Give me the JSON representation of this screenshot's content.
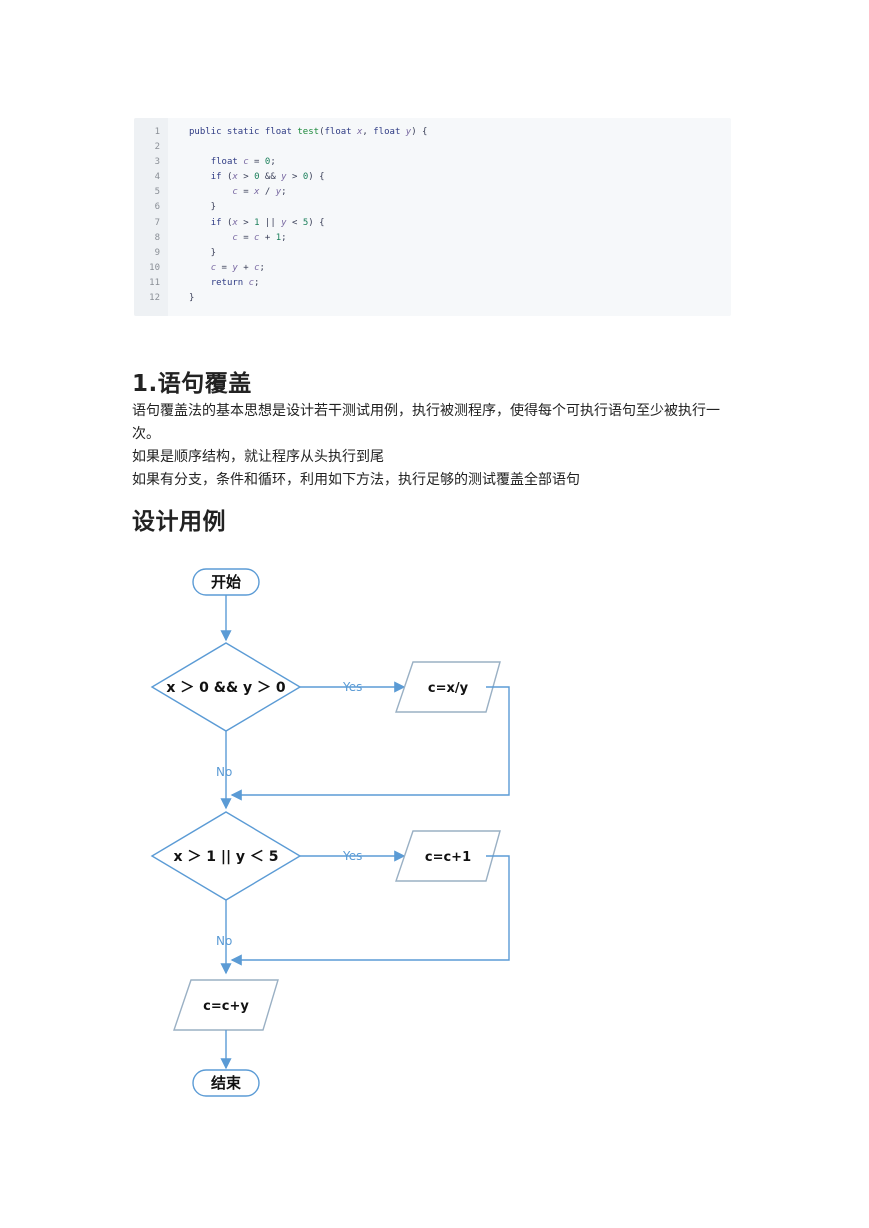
{
  "code": {
    "lines": [
      {
        "n": "1",
        "parts": [
          [
            "kw",
            "public static float "
          ],
          [
            "fn",
            "test"
          ],
          [
            "",
            "("
          ],
          [
            "kw",
            "float "
          ],
          [
            "var",
            "x"
          ],
          [
            "",
            ", "
          ],
          [
            "kw",
            "float "
          ],
          [
            "var",
            "y"
          ],
          [
            "",
            ") {"
          ]
        ]
      },
      {
        "n": "2",
        "parts": []
      },
      {
        "n": "3",
        "parts": [
          [
            "",
            "    "
          ],
          [
            "kw",
            "float "
          ],
          [
            "var",
            "c"
          ],
          [
            "",
            " = "
          ],
          [
            "num",
            "0"
          ],
          [
            "",
            ";"
          ]
        ]
      },
      {
        "n": "4",
        "parts": [
          [
            "",
            "    "
          ],
          [
            "kw",
            "if"
          ],
          [
            "",
            " ("
          ],
          [
            "var",
            "x"
          ],
          [
            "",
            " > "
          ],
          [
            "num",
            "0"
          ],
          [
            "",
            " && "
          ],
          [
            "var",
            "y"
          ],
          [
            "",
            " > "
          ],
          [
            "num",
            "0"
          ],
          [
            "",
            ") {"
          ]
        ]
      },
      {
        "n": "5",
        "parts": [
          [
            "",
            "        "
          ],
          [
            "var",
            "c"
          ],
          [
            "",
            " = "
          ],
          [
            "var",
            "x"
          ],
          [
            "",
            " / "
          ],
          [
            "var",
            "y"
          ],
          [
            "",
            ";"
          ]
        ]
      },
      {
        "n": "6",
        "parts": [
          [
            "",
            "    }"
          ]
        ]
      },
      {
        "n": "7",
        "parts": [
          [
            "",
            "    "
          ],
          [
            "kw",
            "if"
          ],
          [
            "",
            " ("
          ],
          [
            "var",
            "x"
          ],
          [
            "",
            " > "
          ],
          [
            "num",
            "1"
          ],
          [
            "",
            " || "
          ],
          [
            "var",
            "y"
          ],
          [
            "",
            " < "
          ],
          [
            "num",
            "5"
          ],
          [
            "",
            ") {"
          ]
        ]
      },
      {
        "n": "8",
        "parts": [
          [
            "",
            "        "
          ],
          [
            "var",
            "c"
          ],
          [
            "",
            " = "
          ],
          [
            "var",
            "c"
          ],
          [
            "",
            " + "
          ],
          [
            "num",
            "1"
          ],
          [
            "",
            ";"
          ]
        ]
      },
      {
        "n": "9",
        "parts": [
          [
            "",
            "    }"
          ]
        ]
      },
      {
        "n": "10",
        "parts": [
          [
            "",
            "    "
          ],
          [
            "var",
            "c"
          ],
          [
            "",
            " = "
          ],
          [
            "var",
            "y"
          ],
          [
            "",
            " + "
          ],
          [
            "var",
            "c"
          ],
          [
            "",
            ";"
          ]
        ]
      },
      {
        "n": "11",
        "parts": [
          [
            "",
            "    "
          ],
          [
            "kw",
            "return "
          ],
          [
            "var",
            "c"
          ],
          [
            "",
            ";"
          ]
        ]
      },
      {
        "n": "12",
        "parts": [
          [
            "",
            "}"
          ]
        ]
      }
    ]
  },
  "section1": {
    "heading": "1.语句覆盖",
    "p1": "语句覆盖法的基本思想是设计若干测试用例，执行被测程序，使得每个可执行语句至少被执行一次。",
    "p2": "如果是顺序结构，就让程序从头执行到尾",
    "p3": "如果有分支，条件和循环，利用如下方法，执行足够的测试覆盖全部语句"
  },
  "section2": {
    "heading": "设计用例"
  },
  "flowchart": {
    "start": "开始",
    "cond1": "x ＞ 0 && y ＞ 0",
    "action1": "c=x/y",
    "cond2": "x ＞ 1 || y ＜ 5",
    "action2": "c=c+1",
    "action3": "c=c+y",
    "end": "结束",
    "yes1": "Yes",
    "no1": "No",
    "yes2": "Yes",
    "no2": "No",
    "colors": {
      "stroke": "#5b9bd5",
      "text": "#111111",
      "label": "#5b9bd5"
    }
  }
}
